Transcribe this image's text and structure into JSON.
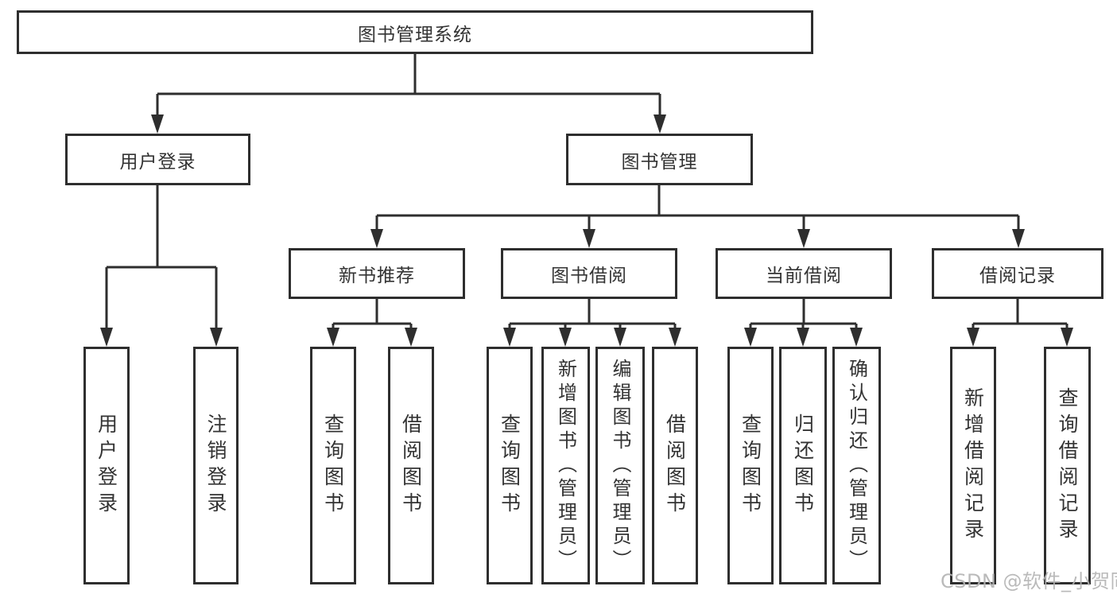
{
  "diagram": {
    "watermark": "CSDN @软件_小贺同学",
    "colors": {
      "line": "#2e2e2e",
      "text": "#333333",
      "watermark": "#b3b3b3",
      "background": "#ffffff"
    },
    "tree": {
      "root": {
        "label": "图书管理系统"
      },
      "branches": [
        {
          "label": "用户登录",
          "children": [
            "用户登录",
            "注销登录"
          ]
        },
        {
          "label": "图书管理",
          "children": [
            {
              "label": "新书推荐",
              "children": [
                "查询图书",
                "借阅图书"
              ]
            },
            {
              "label": "图书借阅",
              "children": [
                "查询图书",
                "新增图书（管理员）",
                "编辑图书（管理员）",
                "借阅图书"
              ]
            },
            {
              "label": "当前借阅",
              "children": [
                "查询图书",
                "归还图书",
                "确认归还（管理员）"
              ]
            },
            {
              "label": "借阅记录",
              "children": [
                "新增借阅记录",
                "查询借阅记录"
              ]
            }
          ]
        }
      ]
    }
  }
}
